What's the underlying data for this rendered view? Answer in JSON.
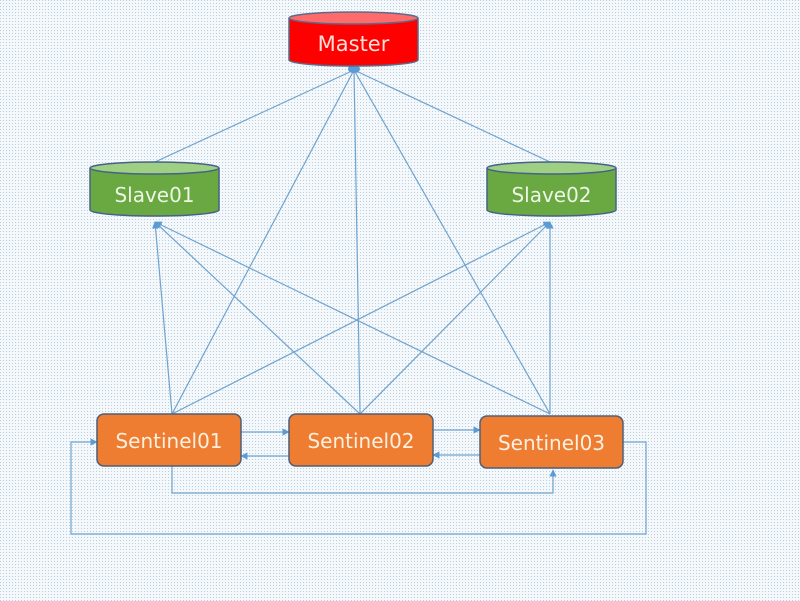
{
  "nodes": {
    "master": {
      "label": "Master",
      "color": "#ff0000"
    },
    "slave01": {
      "label": "Slave01",
      "color": "#6aa842"
    },
    "slave02": {
      "label": "Slave02",
      "color": "#6aa842"
    },
    "sentinel01": {
      "label": "Sentinel01",
      "color": "#ef7d31"
    },
    "sentinel02": {
      "label": "Sentinel02",
      "color": "#ef7d31"
    },
    "sentinel03": {
      "label": "Sentinel03",
      "color": "#ef7d31"
    }
  },
  "colors": {
    "edge": "#6fa3cf",
    "background": "#f4f8fb"
  }
}
